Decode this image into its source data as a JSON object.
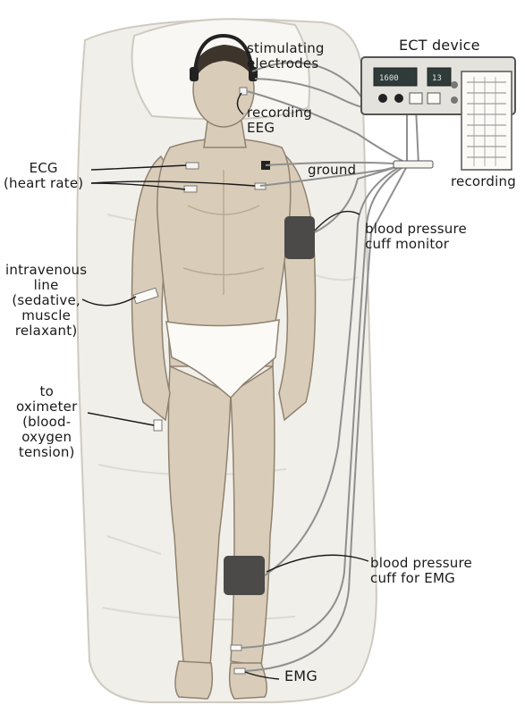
{
  "diagram": {
    "labels": {
      "stimulating_electrodes": "stimulating\nelectrodes",
      "recording_eeg": "recording\nEEG",
      "ect_device": "ECT device",
      "ecg": "ECG\n(heart rate)",
      "ground": "ground",
      "recording": "recording",
      "bp_cuff_monitor": "blood pressure\ncuff monitor",
      "intravenous_line": "intravenous\nline\n(sedative,\nmuscle\nrelaxant)",
      "oximeter": "to\noximeter\n(blood-\noxygen\ntension)",
      "bp_cuff_emg": "blood pressure\ncuff for EMG",
      "emg": "EMG"
    },
    "device_display": {
      "left_readout": "1600",
      "right_readout": "13"
    },
    "colors": {
      "skin": "#d9cdb9",
      "skin_shadow": "#b9aa92",
      "mattress": "#f1efea",
      "cuff": "#4b4a48",
      "wire": "#8f8f8f",
      "device": "#e4e2dc"
    }
  }
}
